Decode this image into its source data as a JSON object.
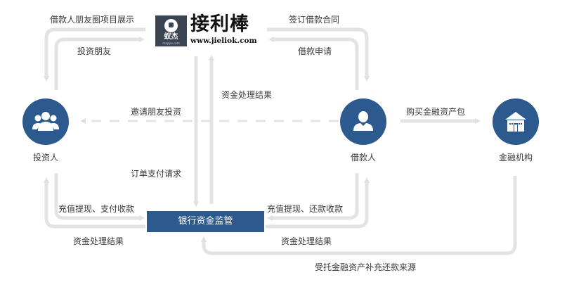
{
  "logo": {
    "badge_text": "蚁杰",
    "badge_subtext": "mayijie.com",
    "title": "接利棒",
    "url": "www.jieliok.com"
  },
  "nodes": {
    "investor": {
      "label": "投资人",
      "icon": "group-users-icon"
    },
    "borrower": {
      "label": "借款人",
      "icon": "user-icon"
    },
    "financial_institution": {
      "label": "金融机构",
      "icon": "building-icon"
    },
    "bank": {
      "label": "银行资金监管"
    }
  },
  "flows": {
    "project_display": "借款人朋友圈项目展示",
    "invest_friends": "投资朋友",
    "sign_contract": "签订借款合同",
    "loan_application": "借款申请",
    "invite_friends": "邀请朋友投资",
    "funds_result_center": "资金处理结果",
    "order_payment": "订单支付请求",
    "investor_recharge": "充值提现、支付收款",
    "investor_funds_result": "资金处理结果",
    "borrower_recharge": "充值提现、还款收款",
    "borrower_funds_result": "资金处理结果",
    "buy_assets": "购买金融资产包",
    "entrusted_assets": "受托金融资产补充还款来源"
  },
  "colors": {
    "node_blue": "#2c5a8f",
    "line_gray": "#e3e3e3",
    "text": "#3a3a3a"
  }
}
